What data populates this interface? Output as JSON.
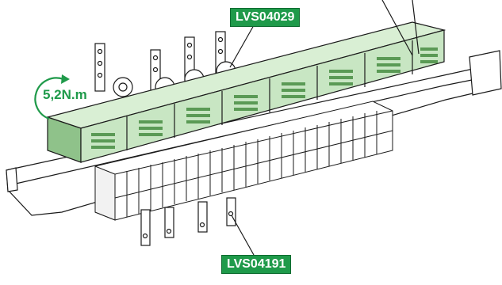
{
  "labels": {
    "torque": "5,2N.m",
    "ref_top": "LVS04029",
    "ref_bottom": "LVS04191"
  },
  "colors": {
    "callout_green": "#1f9a4a",
    "busbar_green": "#c8e6c3",
    "busbar_dark": "#8fc28a",
    "outline": "#1a1a1a"
  }
}
